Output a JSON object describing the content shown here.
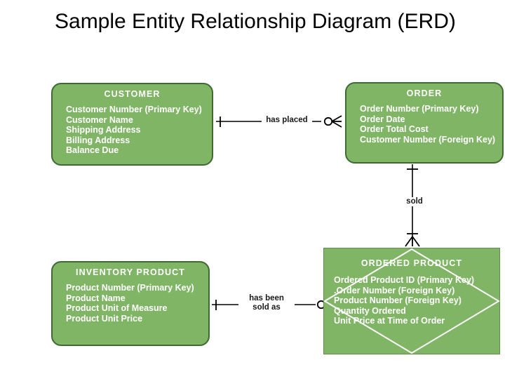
{
  "title": "Sample Entity Relationship Diagram (ERD)",
  "colors": {
    "entity_fill": "#80b566",
    "entity_border": "#3f6b33",
    "entity_text": "#ffffff",
    "diagram_line": "#000000",
    "title_text": "#000000",
    "diamond_outline": "#ffffff",
    "background": "#ffffff"
  },
  "entities": [
    {
      "id": "customer",
      "name": "CUSTOMER",
      "shape": "rounded-rectangle",
      "attributes": [
        "Customer Number (Primary Key)",
        "Customer Name",
        "Shipping Address",
        "Billing Address",
        "Balance Due"
      ]
    },
    {
      "id": "order",
      "name": "ORDER",
      "shape": "rounded-rectangle",
      "attributes": [
        "Order Number (Primary Key)",
        "Order Date",
        "Order Total Cost",
        "Customer Number (Foreign Key)"
      ]
    },
    {
      "id": "inventory_product",
      "name": "INVENTORY PRODUCT",
      "shape": "rounded-rectangle",
      "attributes": [
        "Product Number (Primary Key)",
        "Product Name",
        "Product Unit of Measure",
        "Product Unit Price"
      ]
    },
    {
      "id": "ordered_product",
      "name": "ORDERED PRODUCT",
      "shape": "rectangle-with-diamond-outline",
      "attributes": [
        "Ordered Product ID (Primary Key)",
        ".Order Number (Foreign Key)",
        "Product Number (Foreign Key)",
        "Quantity Ordered",
        "Unit Price at Time of Order"
      ]
    }
  ],
  "relationships": [
    {
      "id": "customer_order",
      "label": "has placed",
      "from": "customer",
      "to": "order",
      "from_cardinality": "one",
      "to_cardinality": "zero-or-many",
      "orientation": "horizontal"
    },
    {
      "id": "order_ordered_product",
      "label": "sold",
      "from": "order",
      "to": "ordered_product",
      "from_cardinality": "one",
      "to_cardinality": "many",
      "orientation": "vertical"
    },
    {
      "id": "inventory_ordered_product",
      "label": "has been\nsold as",
      "from": "inventory_product",
      "to": "ordered_product",
      "from_cardinality": "one",
      "to_cardinality": "zero-or-many",
      "orientation": "horizontal"
    }
  ]
}
